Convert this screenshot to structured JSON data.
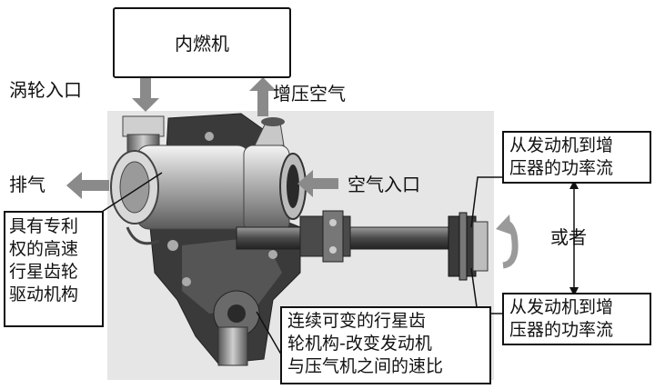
{
  "engine_label": "内燃机",
  "turbine_inlet_label": "涡轮入口",
  "boost_air_label": "增压空气",
  "exhaust_label": "排气",
  "air_inlet_label": "空气入口",
  "planetary_drive_label": [
    "具有专利",
    "权的高速",
    "行星齿轮",
    "驱动机构"
  ],
  "cvt_label": [
    "连续可变的行星齿",
    "轮机构-改变发动机",
    "与压气机之间的速比"
  ],
  "power_flow_top": [
    "从发动机到增",
    "压器的功率流"
  ],
  "power_flow_bottom": [
    "从发动机到增",
    "压器的功率流"
  ],
  "or_label": "或者",
  "colors": {
    "arrow": "#8a8a8a",
    "machine_dark": "#333333",
    "machine_mid": "#777777",
    "photo_bg": "#e6e6e6"
  }
}
